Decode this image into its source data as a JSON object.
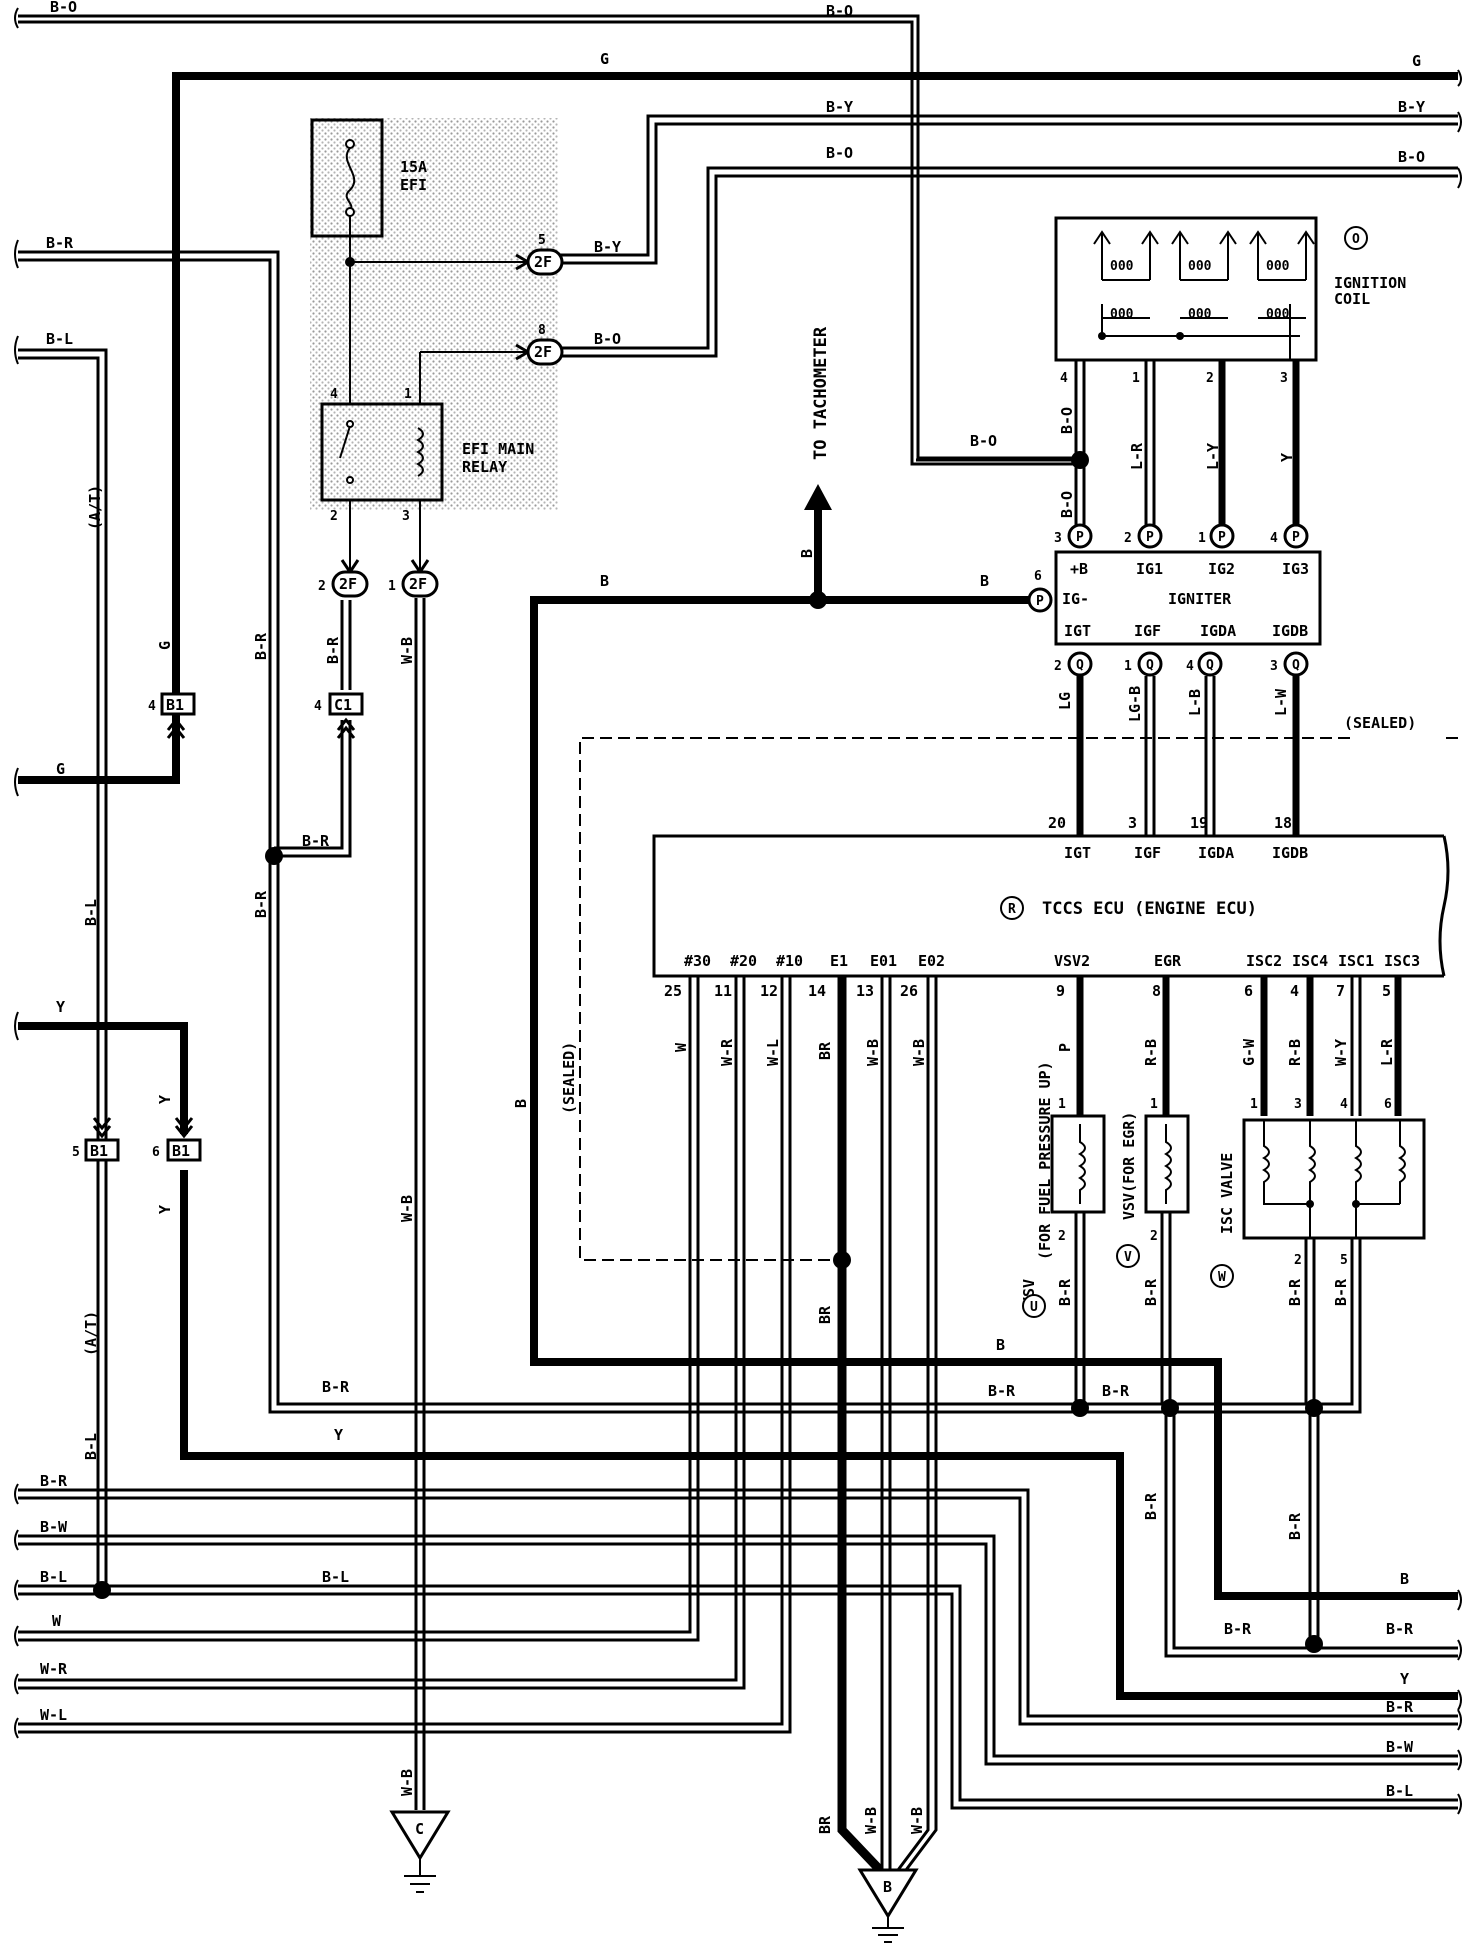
{
  "edge_wires": {
    "top_b_o": "B-O",
    "top_b_o_right": "B-O",
    "g_top": "G",
    "g_top_right": "G",
    "b_y_top": "B-Y",
    "b_y_top_right": "B-Y",
    "b_o_3": "B-O",
    "b_o_3_right": "B-O",
    "b_r_left": "B-R",
    "b_l_left": "B-L",
    "g_left": "G",
    "y_left": "Y"
  },
  "fuse": {
    "rating": "15A",
    "name": "EFI"
  },
  "relay": {
    "name_line1": "EFI MAIN",
    "name_line2": "RELAY",
    "pin_4": "4",
    "pin_1": "1",
    "pin_2": "2",
    "pin_3": "3"
  },
  "tachometer": {
    "label": "TO TACHOMETER"
  },
  "ignition_coil": {
    "marker": "O",
    "name_line1": "IGNITION",
    "name_line2": "COIL"
  },
  "igniter": {
    "name": "IGNITER",
    "top_pins": [
      "+B",
      "IG1",
      "IG2",
      "IG3"
    ],
    "left_pin": "IG-",
    "bottom_pins": [
      "IGT",
      "IGF",
      "IGDA",
      "IGDB"
    ],
    "connector_p": "P",
    "connector_q": "Q"
  },
  "ecu": {
    "marker": "R",
    "name": "TCCS ECU (ENGINE ECU)",
    "top_terms": [
      "IGT",
      "IGF",
      "IGDA",
      "IGDB"
    ],
    "top_pins": [
      "20",
      "3",
      "19",
      "18"
    ],
    "bottom_terms": [
      "#30",
      "#20",
      "#10",
      "E1",
      "E01",
      "E02",
      "VSV2",
      "EGR",
      "ISC2",
      "ISC4",
      "ISC1",
      "ISC3"
    ],
    "bottom_pins": [
      "25",
      "11",
      "12",
      "14",
      "13",
      "26",
      "9",
      "8",
      "6",
      "4",
      "7",
      "5"
    ]
  },
  "sealed": {
    "label_right": "(SEALED)",
    "label_left": "(SEALED)"
  },
  "components": {
    "vsv_fuel": {
      "marker": "U",
      "line1": "VSV",
      "line2": "(FOR FUEL PRESSURE UP)"
    },
    "vsv_egr": {
      "marker": "V",
      "text": "VSV(FOR EGR)"
    },
    "isc": {
      "marker": "W",
      "text": "ISC VALVE"
    }
  },
  "connectors": {
    "c2f": "2F",
    "b1": "B1",
    "c1": "C1"
  },
  "grounds": {
    "c": "C",
    "b": "B"
  },
  "wire_labels": {
    "b_y": "B-Y",
    "b_o": "B-O",
    "b": "B",
    "b_r": "B-R",
    "w_b": "W-B",
    "g": "G",
    "b_l": "B-L",
    "y": "Y",
    "at": "(A/T)",
    "lg": "LG",
    "lg_b": "LG-B",
    "l_b": "L-B",
    "l_w": "L-W",
    "l_r": "L-R",
    "l_y": "L-Y",
    "w": "W",
    "w_r": "W-R",
    "w_l": "W-L",
    "br": "BR",
    "p": "P",
    "r_b": "R-B",
    "g_w": "G-W",
    "w_y": "W-Y",
    "b_w": "B-W"
  },
  "pins": {
    "n1": "1",
    "n2": "2",
    "n3": "3",
    "n4": "4",
    "n5": "5",
    "n6": "6",
    "n8": "8"
  },
  "bottom_left_labels": [
    "B-R",
    "B-W",
    "B-L",
    "W",
    "W-R",
    "W-L"
  ],
  "bottom_right_labels": [
    "B",
    "B-R",
    "Y",
    "B-R",
    "B-W",
    "B-L"
  ],
  "colors": {
    "line": "#000000",
    "shade": "#c8c8c8",
    "background": "#ffffff"
  }
}
